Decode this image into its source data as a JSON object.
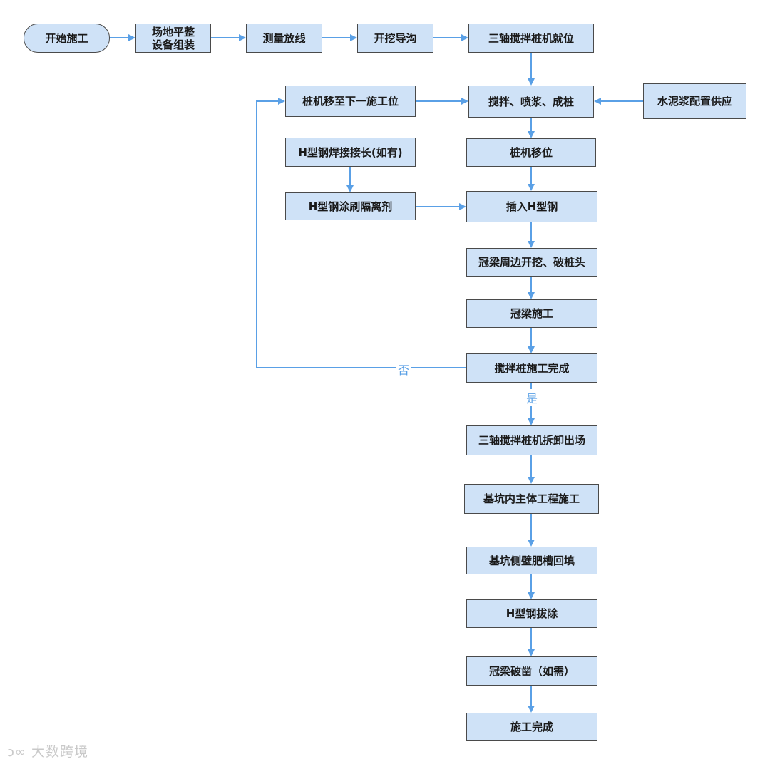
{
  "nodes": {
    "start": "开始施工",
    "site_prep": "场地平整\n设备组装",
    "survey": "测量放线",
    "trench": "开挖导沟",
    "rig_position": "三轴搅拌桩机就位",
    "mix_grout": "搅拌、喷浆、成桩",
    "move_next": "桩机移至下一施工位",
    "cement_supply": "水泥浆配置供应",
    "weld_steel": "H型钢焊接接长(如有)",
    "rig_move": "桩机移位",
    "coat_steel": "H型钢涂刷隔离剂",
    "insert_steel": "插入H型钢",
    "excavate": "冠梁周边开挖、破桩头",
    "cap_beam": "冠梁施工",
    "pile_done": "搅拌桩施工完成",
    "dismantle": "三轴搅拌桩机拆卸出场",
    "main_struct": "基坑内主体工程施工",
    "backfill": "基坑侧壁肥槽回填",
    "pull_steel": "H型钢拔除",
    "break_beam": "冠梁破凿（如需）",
    "finish": "施工完成"
  },
  "edge_labels": {
    "no": "否",
    "yes": "是"
  },
  "watermark": "大数跨境",
  "colors": {
    "node_fill": "#cfe2f7",
    "node_border": "#4a4a4a",
    "arrow": "#5aa0e6"
  }
}
